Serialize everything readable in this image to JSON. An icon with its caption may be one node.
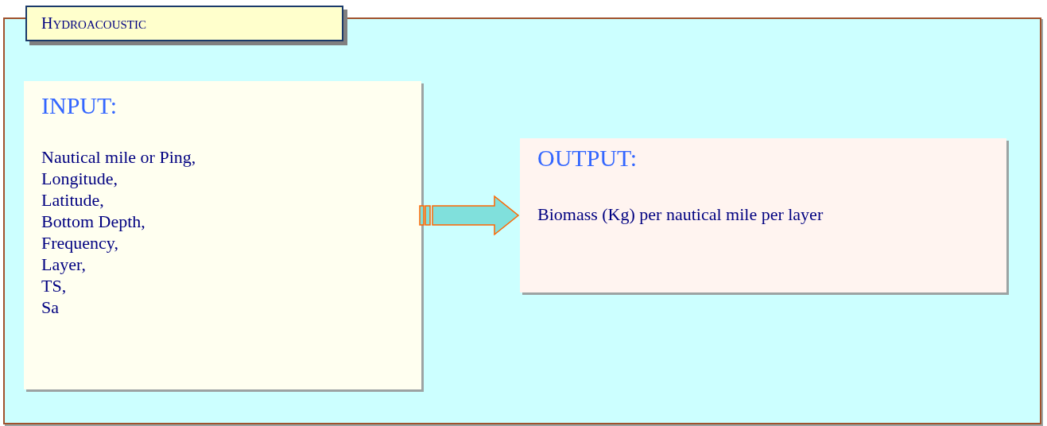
{
  "diagram": {
    "nodes": [
      {
        "text": [
          "HYDROACOUSTIC"
        ]
      },
      {
        "text": [
          "INPUT:",
          "Nautical mile or Ping,",
          "Longitude,",
          "Latitude,",
          "Bottom Depth,",
          "Frequency,",
          "Layer,",
          "TS,",
          "Sa"
        ],
        "in": 0
      },
      {
        "text": [
          "OUTPUT:",
          "Biomass (Kg) per nautical mile per layer"
        ],
        "in": 0
      }
    ],
    "edges": [
      {
        "from": 1,
        "to": 2,
        "arrow": "to"
      }
    ]
  }
}
